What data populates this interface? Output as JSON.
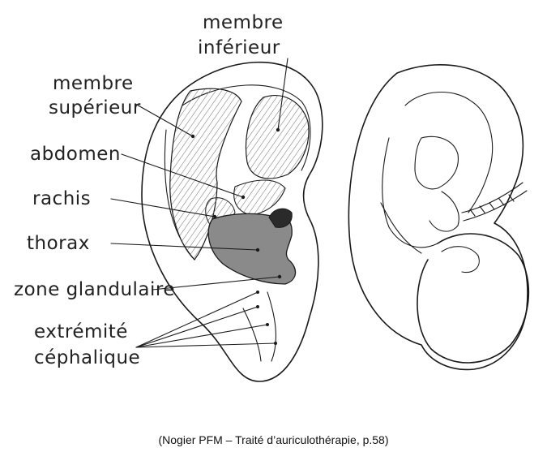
{
  "labels": {
    "membre_inferieur": [
      "membre",
      "inférieur"
    ],
    "membre_superieur": [
      "membre",
      "supérieur"
    ],
    "abdomen": "abdomen",
    "rachis": "rachis",
    "thorax": "thorax",
    "zone_glandulaire": "zone glandulaire",
    "extremite_cephalique": [
      "extrémité",
      "céphalique"
    ]
  },
  "caption": "(Nogier PFM – Traité d’auriculothérapie, p.58)",
  "colors": {
    "ink": "#1a1a1a",
    "hatch": "#777777",
    "thorax_fill": "#8a8a8a"
  }
}
